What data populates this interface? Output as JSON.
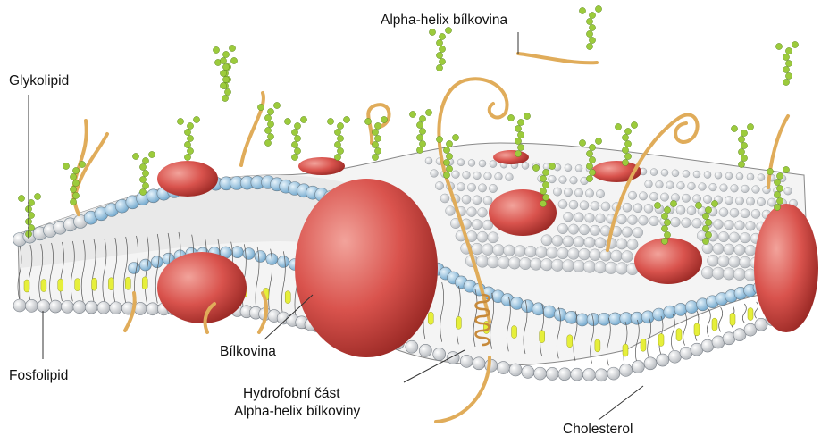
{
  "labels": {
    "glykolipid": "Glykolipid",
    "fosfolipid": "Fosfolipid",
    "bilkovina": "Bílkovina",
    "alpha_helix_top": "Alpha-helix bílkovina",
    "hydrofobni_line1": "Hydrofobní část",
    "hydrofobni_line2": "Alpha-helix bílkoviny",
    "cholesterol": "Cholesterol"
  },
  "colors": {
    "head_white": "#eef0f2",
    "head_blue": "#9cc6e0",
    "protein_red": "#d9534d",
    "helix_tan": "#e8b96a",
    "sugar_green": "#9ccb3c",
    "cholesterol_yellow": "#e6ef3a"
  }
}
